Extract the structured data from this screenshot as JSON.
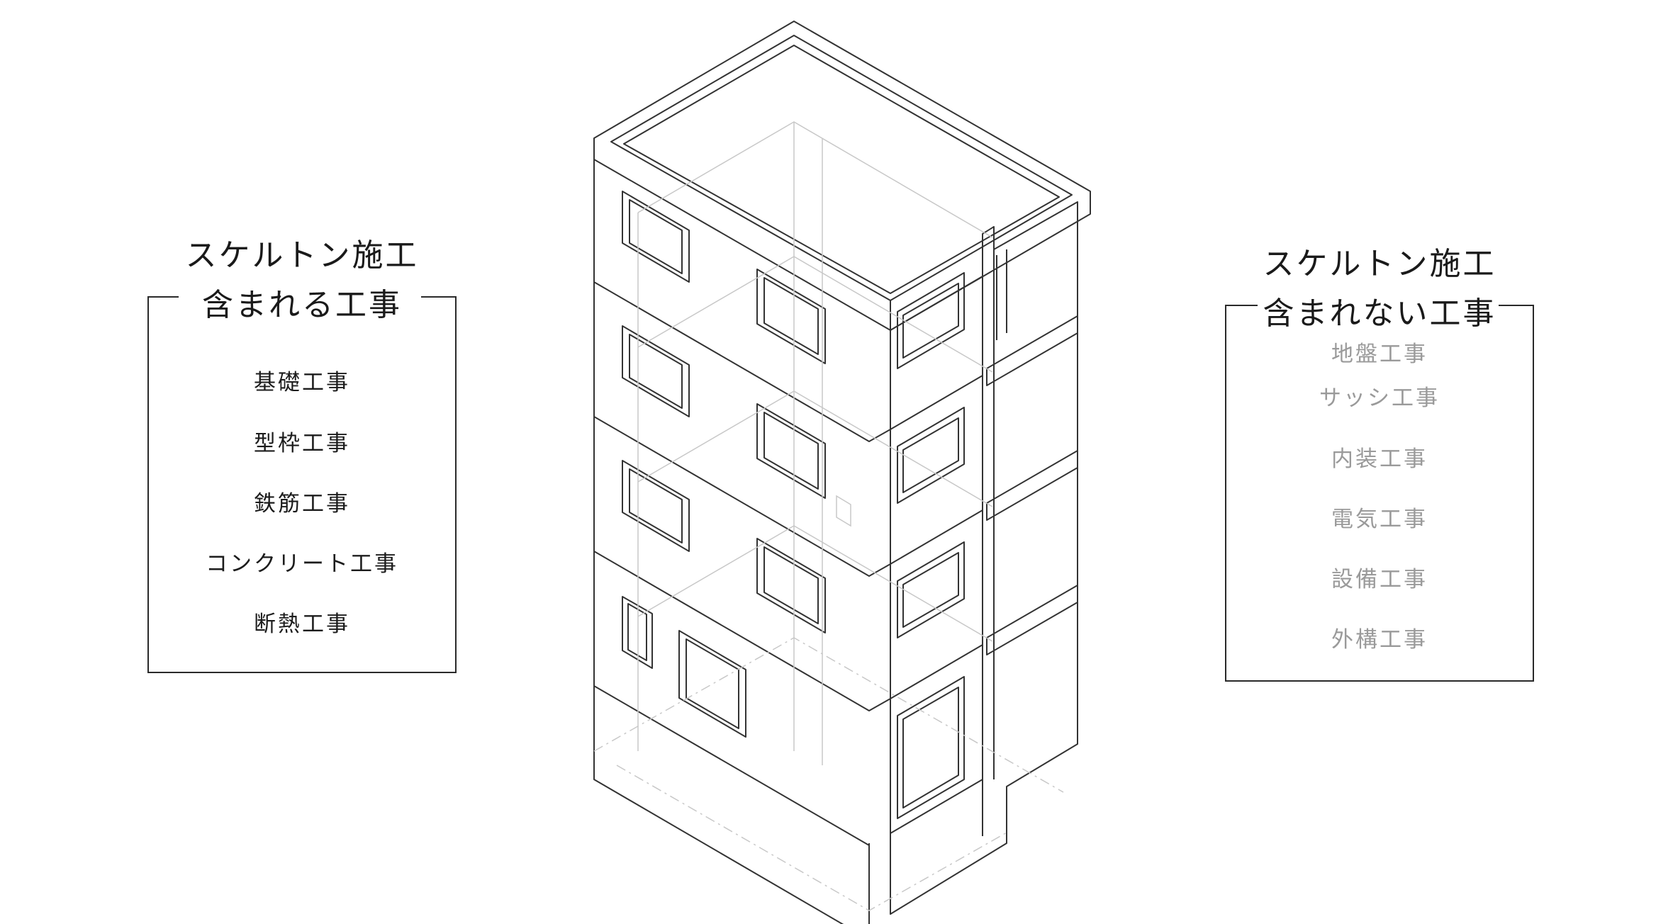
{
  "included": {
    "title_line1": "スケルトン施工",
    "title_line2": "含まれる工事",
    "items": [
      "基礎工事",
      "型枠工事",
      "鉄筋工事",
      "コンクリート工事",
      "断熱工事"
    ]
  },
  "excluded": {
    "title_line1": "スケルトン施工",
    "title_line2": "含まれない工事",
    "items": [
      "地盤工事",
      "サッシ工事",
      "内装工事",
      "電気工事",
      "設備工事",
      "外構工事"
    ]
  },
  "colors": {
    "frame_line": "#2a2a2a",
    "included_text": "#1c1c1c",
    "excluded_text": "#9a9a9a",
    "building_line": "#333333",
    "hidden_line": "#c8c8c8"
  }
}
